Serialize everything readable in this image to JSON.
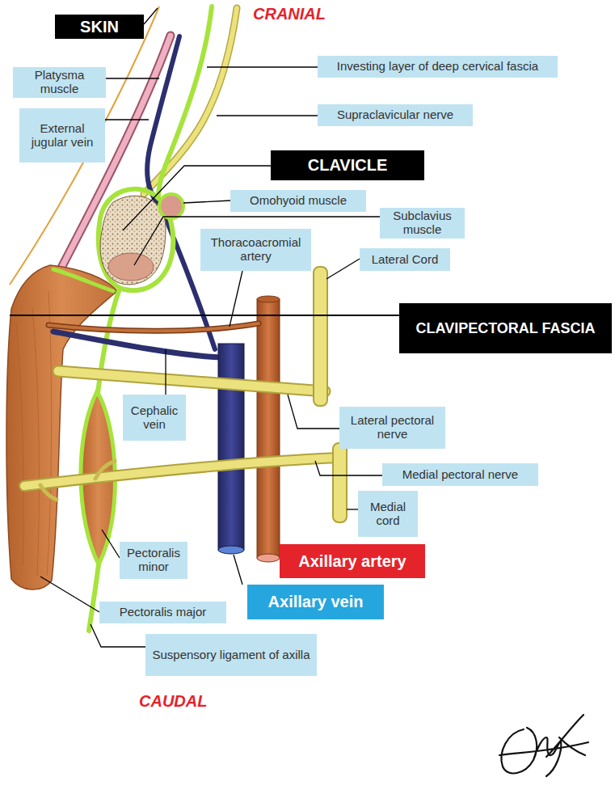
{
  "diagram": {
    "nodes": [
      {
        "text": [
          "SKIN"
        ]
      },
      {
        "text": [
          "Platysma muscle"
        ]
      },
      {
        "text": [
          "Investing layer of deep cervical fascia"
        ]
      },
      {
        "text": [
          "External jugular vein"
        ]
      },
      {
        "text": [
          "Supraclavicular nerve"
        ]
      },
      {
        "text": [
          "CLAVICLE"
        ]
      },
      {
        "text": [
          "Omohyoid muscle"
        ]
      },
      {
        "text": [
          "Subclavius muscle"
        ]
      },
      {
        "text": [
          "Thoracoacromial artery"
        ]
      },
      {
        "text": [
          "Lateral Cord"
        ]
      },
      {
        "text": [
          "CLAVIPECTORAL FASCIA"
        ]
      },
      {
        "text": [
          "Cephalic vein"
        ]
      },
      {
        "text": [
          "Lateral pectoral nerve"
        ]
      },
      {
        "text": [
          "Medial pectoral nerve"
        ]
      },
      {
        "text": [
          "Medial cord"
        ]
      },
      {
        "text": [
          "Pectoralis minor"
        ]
      },
      {
        "text": [
          "Axillary artery"
        ]
      },
      {
        "text": [
          "Axillary vein"
        ]
      },
      {
        "text": [
          "Pectoralis major"
        ]
      },
      {
        "text": [
          "Suspensory ligament of axilla"
        ]
      }
    ],
    "labels": [
      "CRANIAL",
      "CAUDAL"
    ]
  }
}
